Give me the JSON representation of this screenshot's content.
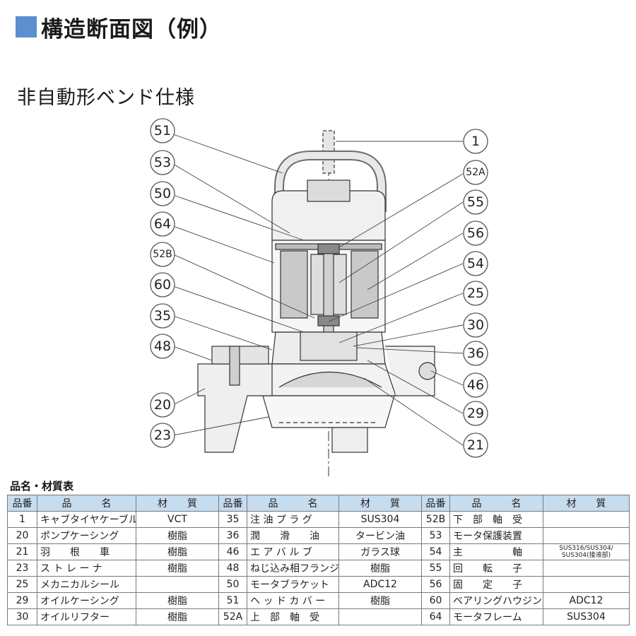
{
  "header": {
    "title": "構造断面図（例）",
    "subtitle": "非自動形ベンド仕様"
  },
  "diagram": {
    "callouts": [
      "51",
      "53",
      "50",
      "64",
      "52B",
      "60",
      "35",
      "48",
      "20",
      "23",
      "1",
      "52A",
      "55",
      "56",
      "54",
      "25",
      "30",
      "36",
      "46",
      "29",
      "21"
    ]
  },
  "table": {
    "title": "品名・材質表",
    "headers": [
      "品番",
      "品　　　名",
      "材　　質",
      "品番",
      "品　　　名",
      "材　　質",
      "品番",
      "品　　　名",
      "材　　質"
    ],
    "rows": [
      [
        "1",
        "キャブタイヤケーブル",
        "VCT",
        "35",
        "注 油 プ ラ グ",
        "SUS304",
        "52B",
        "下　部　軸　受",
        ""
      ],
      [
        "20",
        "ポンプケーシング",
        "樹脂",
        "36",
        "潤　　滑　　油",
        "タービン油",
        "53",
        "モータ保護装置",
        ""
      ],
      [
        "21",
        "羽　　根　　車",
        "樹脂",
        "46",
        "エ ア バ ル ブ",
        "ガラス球",
        "54",
        "主　　　　　軸",
        "SUS316/SUS304/ SUS304(接液部)"
      ],
      [
        "23",
        "ス ト レ ー ナ",
        "樹脂",
        "48",
        "ねじ込み相フランジ",
        "樹脂",
        "55",
        "回　　転　　子",
        ""
      ],
      [
        "25",
        "メカニカルシール",
        "",
        "50",
        "モータブラケット",
        "ADC12",
        "56",
        "固　　定　　子",
        ""
      ],
      [
        "29",
        "オイルケーシング",
        "樹脂",
        "51",
        "ヘ ッ ド カ バ ー",
        "樹脂",
        "60",
        "ベアリングハウジング",
        "ADC12"
      ],
      [
        "30",
        "オイルリフター",
        "樹脂",
        "52A",
        "上　部　軸　受",
        "",
        "64",
        "モータフレーム",
        "SUS304"
      ]
    ]
  }
}
